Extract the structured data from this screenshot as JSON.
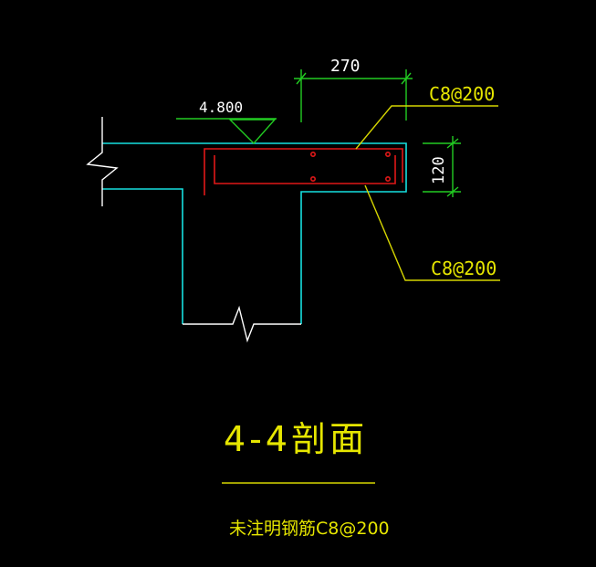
{
  "drawing": {
    "elevation_label": "4.800",
    "dim_width_label": "270",
    "dim_height_label": "120",
    "rebar_top_label": "C8@200",
    "rebar_bottom_label": "C8@200",
    "section_title": "4-4剖面",
    "note_text": "未注明钢筋C8@200"
  },
  "colors": {
    "background": "#000000",
    "concrete_outline": "#16e0e0",
    "rebar": "#e01818",
    "dimension": "#22cc22",
    "leader": "#d6d600",
    "label_text": "#e6e600",
    "break_line": "#ffffff",
    "elevation_text": "#ffffff"
  }
}
